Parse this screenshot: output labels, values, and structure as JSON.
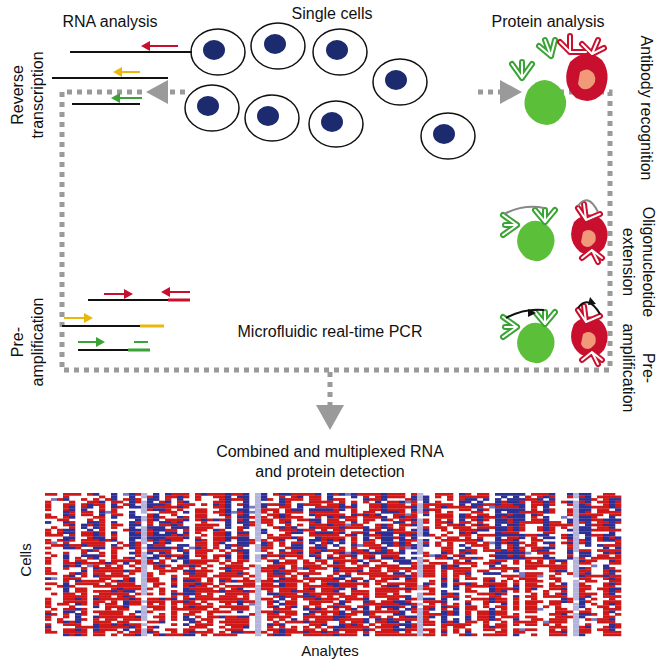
{
  "diagram": {
    "labels": [
      "RNA analysis",
      "Single cells",
      "Protein analysis",
      "Reverse transcription",
      "Antibody recognition",
      "Oligonucleotide extension",
      "Pre-amplification",
      "Microfluidic real-time PCR",
      "Pre-amplification",
      "Combined and multiplexed RNA and protein detection",
      "Cells",
      "Analytes"
    ]
  }
}
